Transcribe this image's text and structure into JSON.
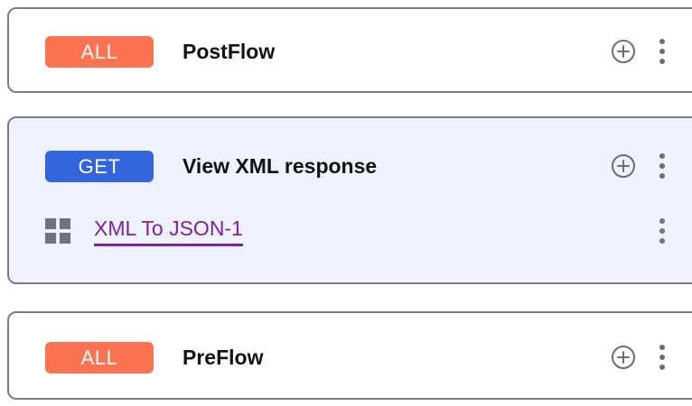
{
  "flows": [
    {
      "id": "postflow",
      "badge": {
        "label": "ALL",
        "color": "#fb7350"
      },
      "title": "PostFlow",
      "selected": false,
      "add_icon": "circle-plus-icon",
      "menu_icon": "kebab-menu-icon",
      "policies": []
    },
    {
      "id": "view-xml-response",
      "badge": {
        "label": "GET",
        "color": "#3366dd"
      },
      "title": "View XML response",
      "selected": true,
      "add_icon": "circle-plus-icon",
      "menu_icon": "kebab-menu-icon",
      "policies": [
        {
          "icon": "grid-squares-icon",
          "label": "XML To JSON-1",
          "color": "#7a22ab",
          "menu_icon": "kebab-menu-icon"
        }
      ]
    },
    {
      "id": "preflow",
      "badge": {
        "label": "ALL",
        "color": "#fb7350"
      },
      "title": "PreFlow",
      "selected": false,
      "add_icon": "circle-plus-icon",
      "menu_icon": "kebab-menu-icon",
      "policies": []
    }
  ],
  "theme": {
    "card_border": "#7d7d7d",
    "card_background": "#ffffff",
    "selected_background": "#eef2fc",
    "icon_gray": "#6e6e6e",
    "grid_icon_gray": "#6e7480",
    "title_color": "#121212"
  }
}
